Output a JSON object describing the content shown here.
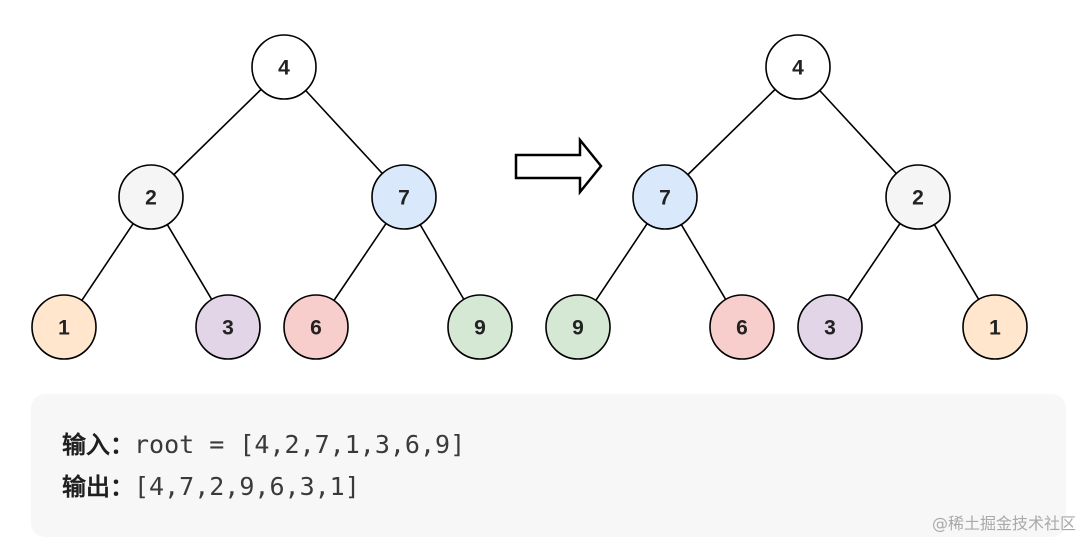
{
  "input_tree": {
    "nodes": [
      {
        "id": "a4",
        "label": "4",
        "color": "#ffffff"
      },
      {
        "id": "a2",
        "label": "2",
        "color": "#f5f5f5"
      },
      {
        "id": "a7",
        "label": "7",
        "color": "#dae8fc"
      },
      {
        "id": "a1",
        "label": "1",
        "color": "#ffe6cc"
      },
      {
        "id": "a3",
        "label": "3",
        "color": "#e1d5e7"
      },
      {
        "id": "a6",
        "label": "6",
        "color": "#f8cecc"
      },
      {
        "id": "a9",
        "label": "9",
        "color": "#d5e8d4"
      }
    ],
    "edges": [
      [
        "a4",
        "a2"
      ],
      [
        "a4",
        "a7"
      ],
      [
        "a2",
        "a1"
      ],
      [
        "a2",
        "a3"
      ],
      [
        "a7",
        "a6"
      ],
      [
        "a7",
        "a9"
      ]
    ]
  },
  "output_tree": {
    "nodes": [
      {
        "id": "b4",
        "label": "4",
        "color": "#ffffff"
      },
      {
        "id": "b7",
        "label": "7",
        "color": "#dae8fc"
      },
      {
        "id": "b2",
        "label": "2",
        "color": "#f5f5f5"
      },
      {
        "id": "b9",
        "label": "9",
        "color": "#d5e8d4"
      },
      {
        "id": "b6",
        "label": "6",
        "color": "#f8cecc"
      },
      {
        "id": "b3",
        "label": "3",
        "color": "#e1d5e7"
      },
      {
        "id": "b1",
        "label": "1",
        "color": "#ffe6cc"
      }
    ],
    "edges": [
      [
        "b4",
        "b7"
      ],
      [
        "b4",
        "b2"
      ],
      [
        "b7",
        "b9"
      ],
      [
        "b7",
        "b6"
      ],
      [
        "b2",
        "b3"
      ],
      [
        "b2",
        "b1"
      ]
    ]
  },
  "arrow_icon": "right-arrow-icon",
  "example": {
    "input_label": "输入：",
    "input_value": "root = [4,2,7,1,3,6,9]",
    "output_label": "输出：",
    "output_value": "[4,7,2,9,6,3,1]"
  },
  "watermark": "@稀土掘金技术社区"
}
